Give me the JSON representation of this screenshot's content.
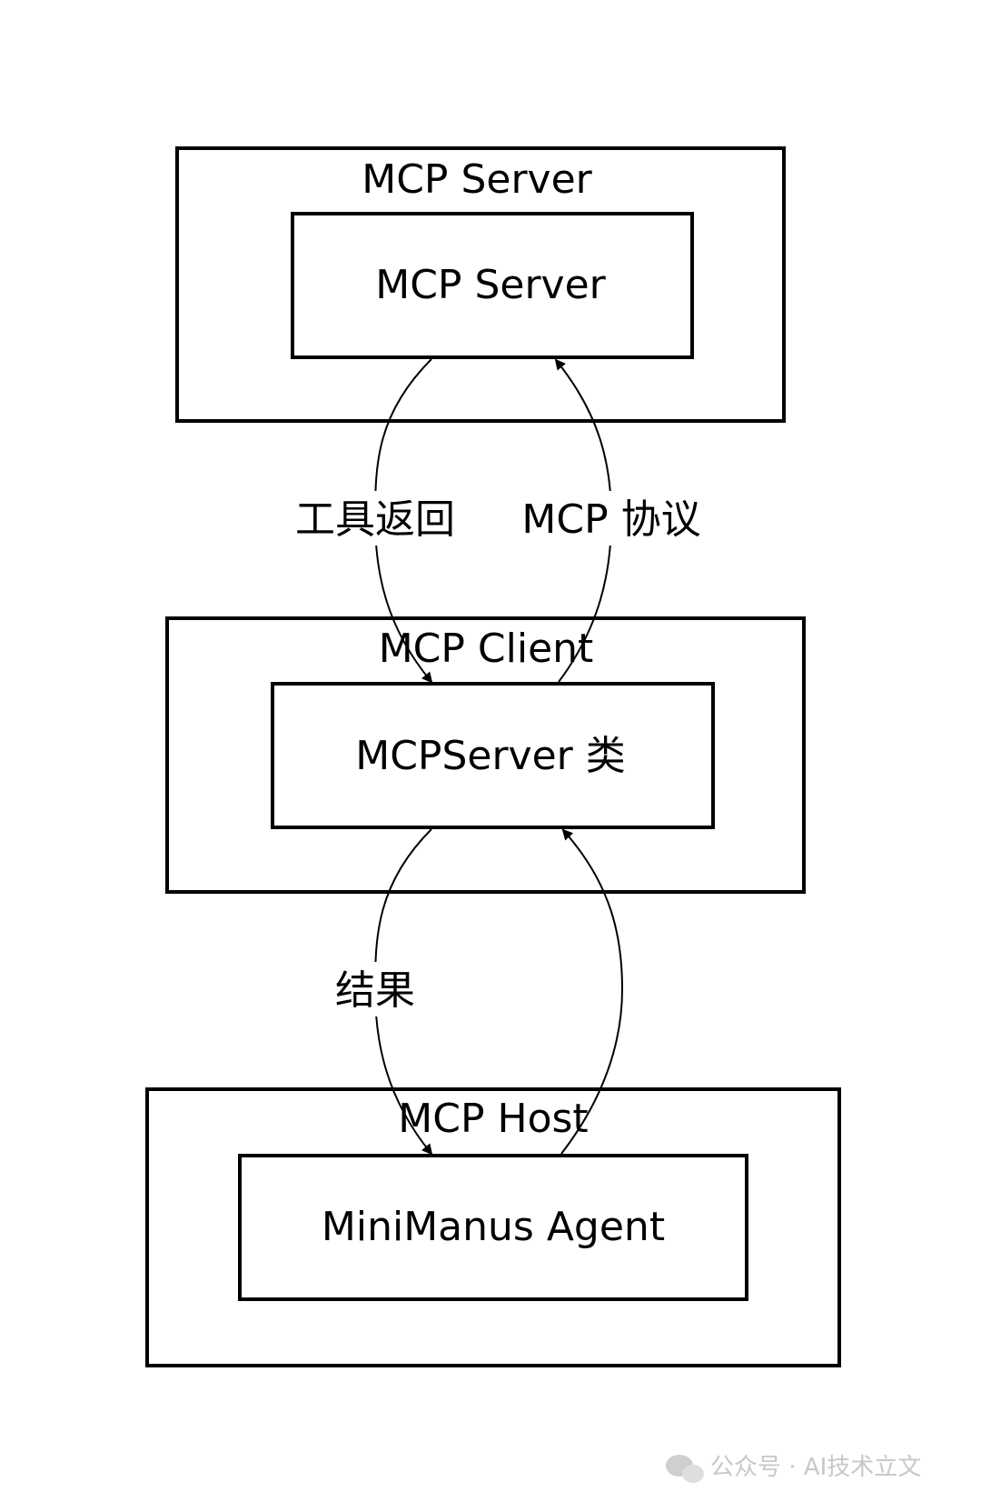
{
  "groups": {
    "server": {
      "title": "MCP Server",
      "node": "MCP Server"
    },
    "client": {
      "title": "MCP Client",
      "node": "MCPServer 类"
    },
    "host": {
      "title": "MCP Host",
      "node": "MiniManus Agent"
    }
  },
  "edges": {
    "tool_return": "工具返回",
    "mcp_protocol": "MCP 协议",
    "result": "结果"
  },
  "watermark": {
    "icon": "wechat-icon",
    "text": "公众号 · AI技术立文"
  }
}
